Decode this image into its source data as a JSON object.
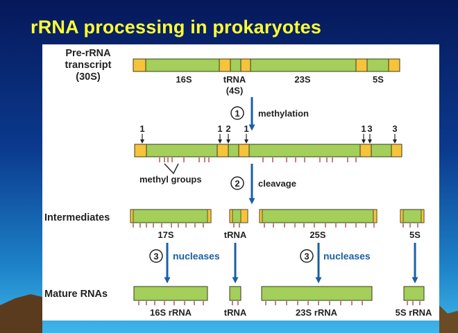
{
  "title": "rRNA processing in prokaryotes",
  "colors": {
    "segment_green": "#a3cf5a",
    "spacer_yellow": "#f5c43a",
    "outline": "#3b3b1e",
    "arrow_blue": "#1a5fa6",
    "methyl_tick": "#a0282d",
    "title_yellow": "#ffff33"
  },
  "rows": {
    "pre_rrna": {
      "label_lines": [
        "Pre-rRNA",
        "transcript",
        "(30S)"
      ],
      "segment_labels": [
        "16S",
        "tRNA",
        "(4S)",
        "23S",
        "5S"
      ]
    },
    "step1": {
      "number": "1",
      "label": "methylation"
    },
    "methylated": {
      "site_numbers": [
        "1",
        "1",
        "2",
        "1",
        "1",
        "3",
        "3"
      ],
      "methyl_label": "methyl groups"
    },
    "step2": {
      "number": "2",
      "label": "cleavage"
    },
    "intermediates": {
      "label": "Intermediates",
      "segment_labels": [
        "17S",
        "tRNA",
        "25S",
        "5S"
      ]
    },
    "step3": {
      "number_left": "3",
      "label_left": "nucleases",
      "number_right": "3",
      "label_right": "nucleases"
    },
    "mature": {
      "label": "Mature RNAs",
      "segment_labels": [
        "16S rRNA",
        "tRNA",
        "23S rRNA",
        "5S rRNA"
      ]
    }
  }
}
